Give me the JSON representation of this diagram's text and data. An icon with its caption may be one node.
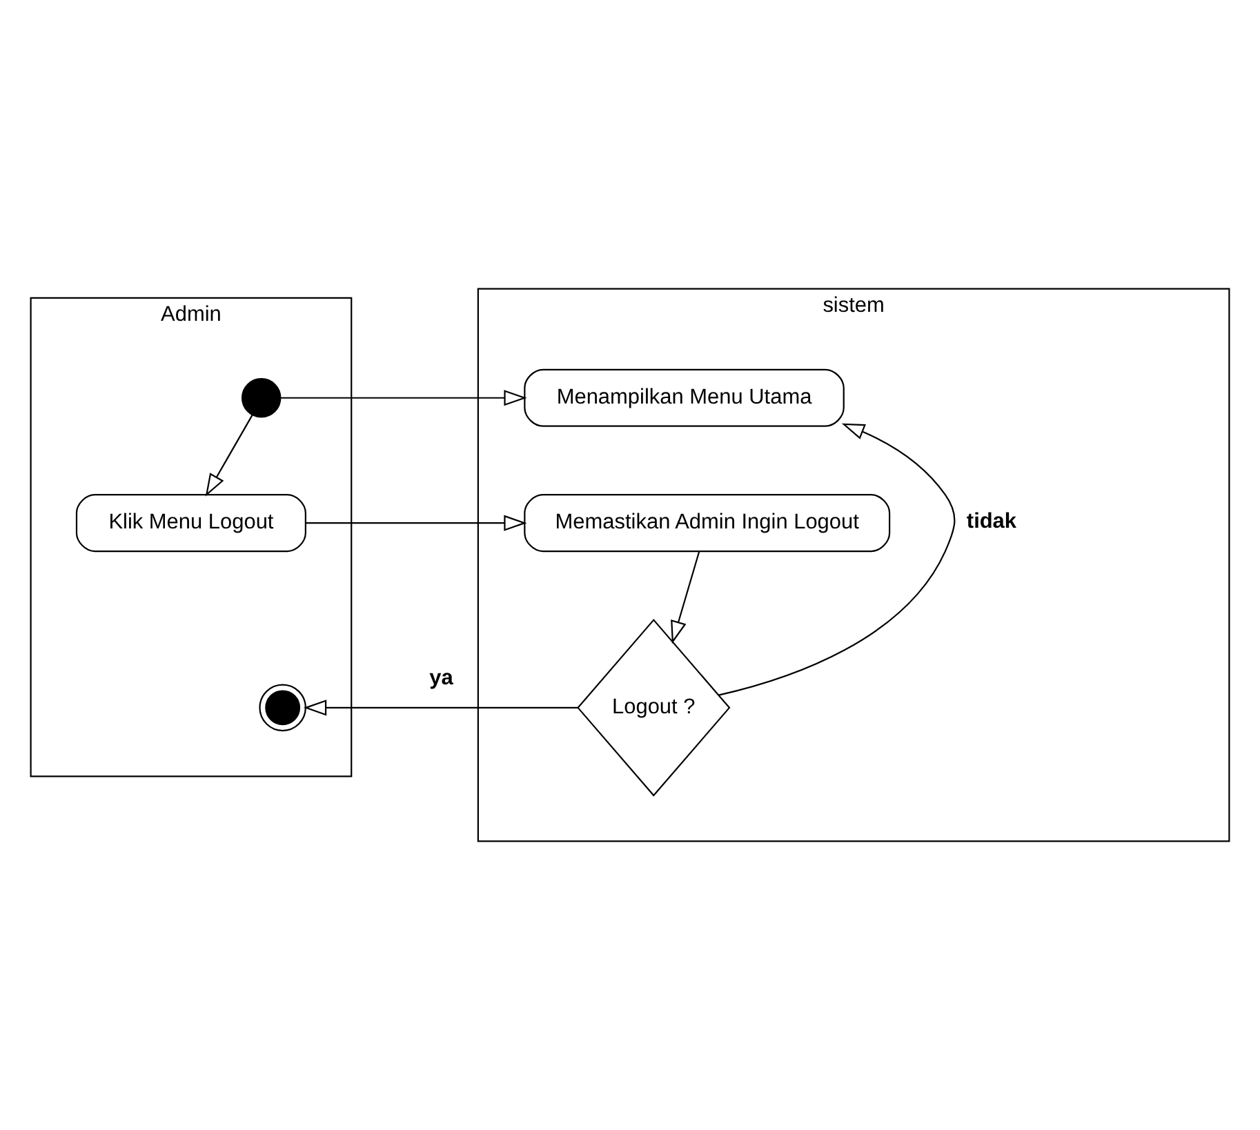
{
  "diagram": {
    "nodes": [
      {
        "text": [
          "Admin"
        ]
      },
      {
        "text": [
          "sistem"
        ]
      },
      {
        "text": [],
        "shape": "circle",
        "in": 0
      },
      {
        "text": [
          "Menampilkan Menu Utama"
        ],
        "in": 1
      },
      {
        "text": [
          "Klik Menu Logout"
        ],
        "in": 0
      },
      {
        "text": [
          "Memastikan Admin Ingin Logout"
        ],
        "in": 1
      },
      {
        "text": [
          "Logout ?"
        ],
        "in": 1
      },
      {
        "text": [],
        "shape": "circle",
        "in": 0
      }
    ],
    "edges": [
      {
        "from": 2,
        "to": 3,
        "arrow": "to"
      },
      {
        "from": 2,
        "to": 4,
        "arrow": "to"
      },
      {
        "from": 4,
        "to": 5,
        "arrow": "to"
      },
      {
        "from": 5,
        "to": 6,
        "arrow": "to"
      },
      {
        "from": 6,
        "to": 7,
        "arrow": "to",
        "label": "ya"
      },
      {
        "from": 6,
        "to": 3,
        "arrow": "to",
        "label": "tidak"
      }
    ]
  }
}
